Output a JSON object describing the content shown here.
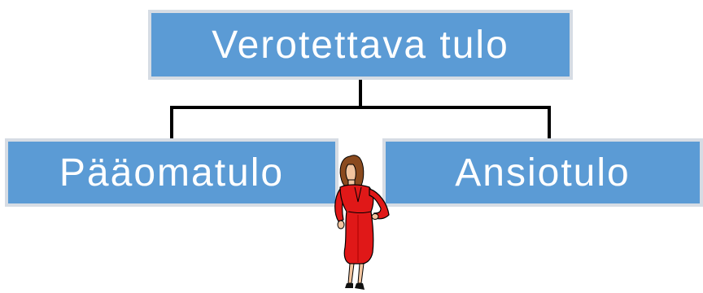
{
  "diagram": {
    "root": {
      "label": "Verotettava tulo"
    },
    "children": [
      {
        "label": "Pääomatulo"
      },
      {
        "label": "Ansiotulo"
      }
    ]
  },
  "colors": {
    "box_fill": "#5b9bd5",
    "box_border": "#d6dce4",
    "box_text": "#ffffff",
    "connector": "#000000",
    "figure_dress": "#e01818"
  },
  "figure": {
    "icon": "businesswoman-clipart-icon"
  }
}
